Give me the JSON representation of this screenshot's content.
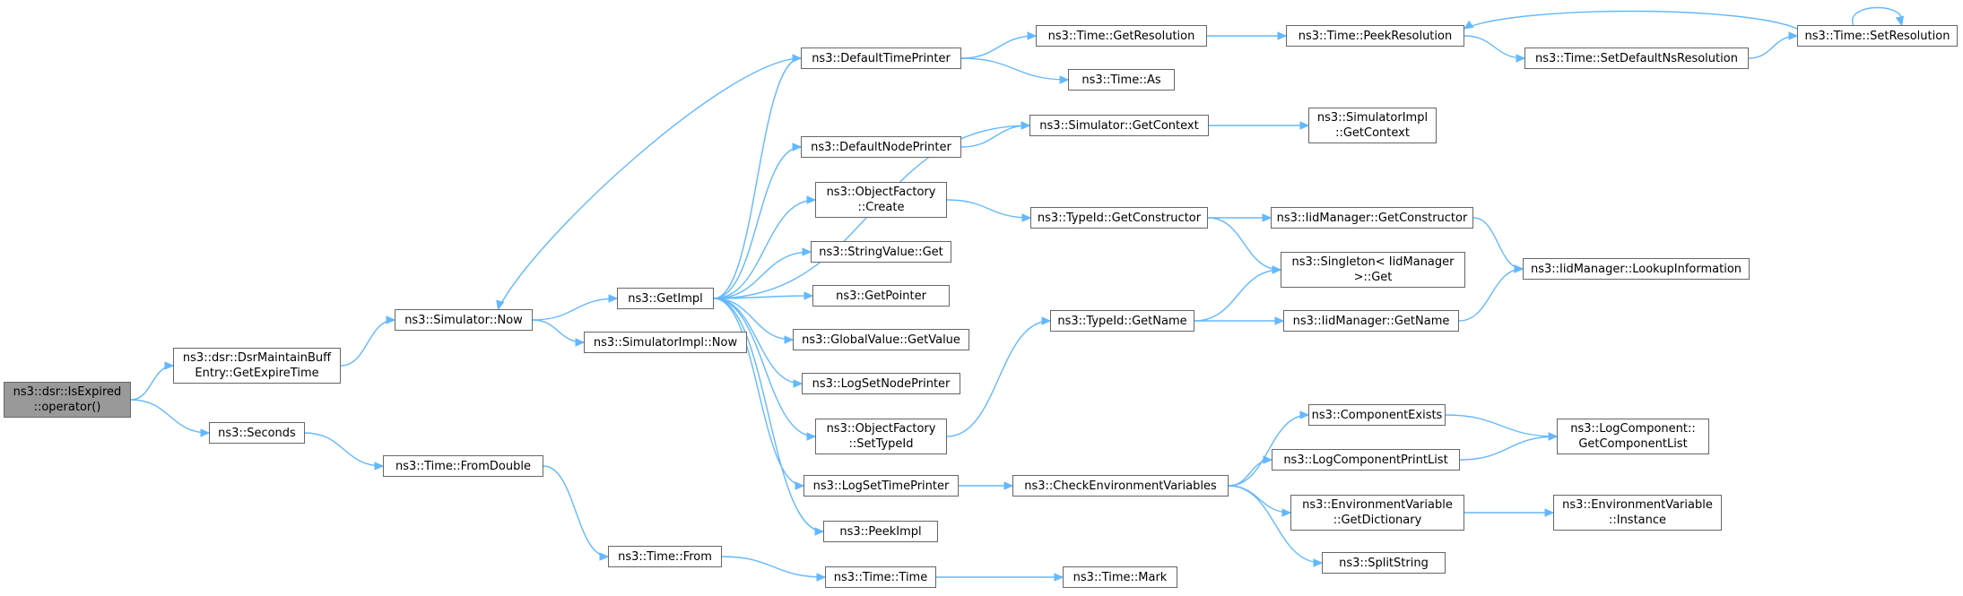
{
  "diagram": {
    "colors": {
      "edge": "#63b8ff",
      "node_border": "#666666",
      "root_fill": "#999999",
      "node_fill": "#ffffff"
    },
    "nodes": [
      {
        "id": "root",
        "lines": [
          "ns3::dsr::IsExpired",
          "::operator()"
        ],
        "root": true
      },
      {
        "id": "getexpiretime",
        "lines": [
          "ns3::dsr::DsrMaintainBuff",
          "Entry::GetExpireTime"
        ]
      },
      {
        "id": "seconds",
        "lines": [
          "ns3::Seconds"
        ]
      },
      {
        "id": "now",
        "lines": [
          "ns3::Simulator::Now"
        ]
      },
      {
        "id": "fromdouble",
        "lines": [
          "ns3::Time::FromDouble"
        ]
      },
      {
        "id": "getimpl",
        "lines": [
          "ns3::GetImpl"
        ]
      },
      {
        "id": "simimplnow",
        "lines": [
          "ns3::SimulatorImpl::Now"
        ]
      },
      {
        "id": "from",
        "lines": [
          "ns3::Time::From"
        ]
      },
      {
        "id": "defaulttimeprinter",
        "lines": [
          "ns3::DefaultTimePrinter"
        ]
      },
      {
        "id": "defaultnodeprinter",
        "lines": [
          "ns3::DefaultNodePrinter"
        ]
      },
      {
        "id": "ofcreate",
        "lines": [
          "ns3::ObjectFactory",
          "::Create"
        ]
      },
      {
        "id": "stringvalueget",
        "lines": [
          "ns3::StringValue::Get"
        ]
      },
      {
        "id": "getpointer",
        "lines": [
          "ns3::GetPointer"
        ]
      },
      {
        "id": "globalvalue",
        "lines": [
          "ns3::GlobalValue::GetValue"
        ]
      },
      {
        "id": "logsetnodeprinter",
        "lines": [
          "ns3::LogSetNodePrinter"
        ]
      },
      {
        "id": "ofsettypeid",
        "lines": [
          "ns3::ObjectFactory",
          "::SetTypeId"
        ]
      },
      {
        "id": "logsettimeprinter",
        "lines": [
          "ns3::LogSetTimePrinter"
        ]
      },
      {
        "id": "peekimpl",
        "lines": [
          "ns3::PeekImpl"
        ]
      },
      {
        "id": "timetime",
        "lines": [
          "ns3::Time::Time"
        ]
      },
      {
        "id": "getresolution",
        "lines": [
          "ns3::Time::GetResolution"
        ]
      },
      {
        "id": "as",
        "lines": [
          "ns3::Time::As"
        ]
      },
      {
        "id": "getcontext",
        "lines": [
          "ns3::Simulator::GetContext"
        ]
      },
      {
        "id": "gettypector",
        "lines": [
          "ns3::TypeId::GetConstructor"
        ]
      },
      {
        "id": "typeidgetname",
        "lines": [
          "ns3::TypeId::GetName"
        ]
      },
      {
        "id": "checkenv",
        "lines": [
          "ns3::CheckEnvironmentVariables"
        ]
      },
      {
        "id": "mark",
        "lines": [
          "ns3::Time::Mark"
        ]
      },
      {
        "id": "peekresolution",
        "lines": [
          "ns3::Time::PeekResolution"
        ]
      },
      {
        "id": "setdefaultns",
        "lines": [
          "ns3::Time::SetDefaultNsResolution"
        ]
      },
      {
        "id": "simimplgetcontext",
        "lines": [
          "ns3::SimulatorImpl",
          "::GetContext"
        ]
      },
      {
        "id": "iidgetctor",
        "lines": [
          "ns3::IidManager::GetConstructor"
        ]
      },
      {
        "id": "singletonget",
        "lines": [
          "ns3::Singleton< IidManager",
          " >::Get"
        ]
      },
      {
        "id": "iidgetname",
        "lines": [
          "ns3::IidManager::GetName"
        ]
      },
      {
        "id": "compexists",
        "lines": [
          "ns3::ComponentExists"
        ]
      },
      {
        "id": "logcompprintlist",
        "lines": [
          "ns3::LogComponentPrintList"
        ]
      },
      {
        "id": "envgetdict",
        "lines": [
          "ns3::EnvironmentVariable",
          "::GetDictionary"
        ]
      },
      {
        "id": "splitstring",
        "lines": [
          "ns3::SplitString"
        ]
      },
      {
        "id": "setresolution",
        "lines": [
          "ns3::Time::SetResolution"
        ]
      },
      {
        "id": "lookupinfo",
        "lines": [
          "ns3::IidManager::LookupInformation"
        ]
      },
      {
        "id": "getcomplist",
        "lines": [
          "ns3::LogComponent::",
          "GetComponentList"
        ]
      },
      {
        "id": "envinstance",
        "lines": [
          "ns3::EnvironmentVariable",
          "::Instance"
        ]
      }
    ],
    "edges": [
      [
        "root",
        "getexpiretime"
      ],
      [
        "root",
        "seconds"
      ],
      [
        "getexpiretime",
        "now"
      ],
      [
        "seconds",
        "fromdouble"
      ],
      [
        "now",
        "getimpl"
      ],
      [
        "now",
        "simimplnow"
      ],
      [
        "fromdouble",
        "from"
      ],
      [
        "getimpl",
        "defaulttimeprinter"
      ],
      [
        "getimpl",
        "getcontext"
      ],
      [
        "getimpl",
        "defaultnodeprinter"
      ],
      [
        "getimpl",
        "ofcreate"
      ],
      [
        "getimpl",
        "stringvalueget"
      ],
      [
        "getimpl",
        "getpointer"
      ],
      [
        "getimpl",
        "globalvalue"
      ],
      [
        "getimpl",
        "logsetnodeprinter"
      ],
      [
        "getimpl",
        "ofsettypeid"
      ],
      [
        "getimpl",
        "logsettimeprinter"
      ],
      [
        "getimpl",
        "peekimpl"
      ],
      [
        "defaulttimeprinter",
        "now"
      ],
      [
        "defaulttimeprinter",
        "getresolution"
      ],
      [
        "defaulttimeprinter",
        "as"
      ],
      [
        "defaultnodeprinter",
        "getcontext"
      ],
      [
        "ofcreate",
        "gettypector"
      ],
      [
        "ofsettypeid",
        "typeidgetname"
      ],
      [
        "logsettimeprinter",
        "checkenv"
      ],
      [
        "from",
        "timetime"
      ],
      [
        "timetime",
        "mark"
      ],
      [
        "getresolution",
        "peekresolution"
      ],
      [
        "peekresolution",
        "setdefaultns"
      ],
      [
        "setdefaultns",
        "setresolution"
      ],
      [
        "setresolution",
        "peekresolution"
      ],
      [
        "setresolution",
        "setresolution"
      ],
      [
        "getcontext",
        "simimplgetcontext"
      ],
      [
        "gettypector",
        "iidgetctor"
      ],
      [
        "gettypector",
        "singletonget"
      ],
      [
        "typeidgetname",
        "singletonget"
      ],
      [
        "typeidgetname",
        "iidgetname"
      ],
      [
        "iidgetctor",
        "lookupinfo"
      ],
      [
        "iidgetname",
        "lookupinfo"
      ],
      [
        "checkenv",
        "compexists"
      ],
      [
        "checkenv",
        "logcompprintlist"
      ],
      [
        "checkenv",
        "envgetdict"
      ],
      [
        "checkenv",
        "splitstring"
      ],
      [
        "compexists",
        "getcomplist"
      ],
      [
        "logcompprintlist",
        "getcomplist"
      ],
      [
        "envgetdict",
        "envinstance"
      ]
    ]
  }
}
